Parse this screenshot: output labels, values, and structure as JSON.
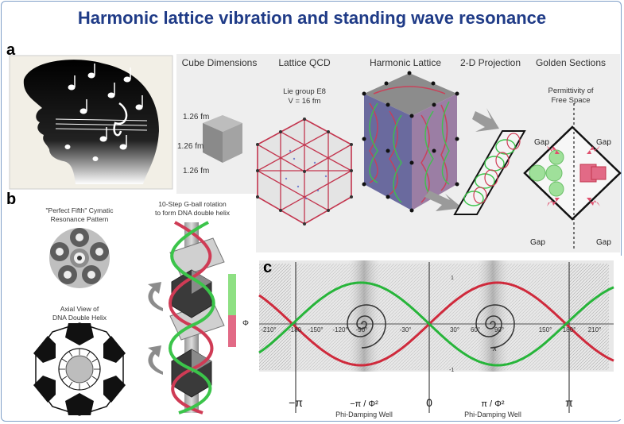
{
  "title": "Harmonic lattice vibration and standing wave resonance",
  "panels": {
    "a": {
      "letter": "a",
      "headers": [
        "Cube Dimensions",
        "Lattice QCD",
        "Harmonic Lattice",
        "2-D Projection",
        "Golden Sections"
      ],
      "cube_dims": [
        "1.26 fm",
        "1.26 fm",
        "1.26 fm"
      ],
      "lie_group": "Lie group E8",
      "volume": "V = 16 fm",
      "permittivity": [
        "Permittivity of",
        "Free Space"
      ],
      "gap_label": "Gap"
    },
    "b": {
      "letter": "b",
      "cymatic": [
        "\"Perfect Fifth\" Cymatic",
        "Resonance Pattern"
      ],
      "axial": [
        "Axial View of",
        "DNA Double Helix"
      ],
      "rotation": [
        "10-Step G-ball rotation",
        "to form DNA double helix"
      ],
      "phi": "Φ"
    },
    "c": {
      "letter": "c",
      "degree_ticks": [
        "-210°",
        "-180",
        "-150°",
        "-120°",
        "-90°",
        "-30°",
        "30°",
        "60°",
        "90°",
        "150°",
        "180°",
        "210°"
      ],
      "axis_labels": [
        "−π",
        "−π / Φ²",
        "0",
        "π / Φ²",
        "π"
      ],
      "well_label": "Phi-Damping Well",
      "y_top": "1",
      "y_bottom": "-1",
      "x_var": "x"
    }
  }
}
